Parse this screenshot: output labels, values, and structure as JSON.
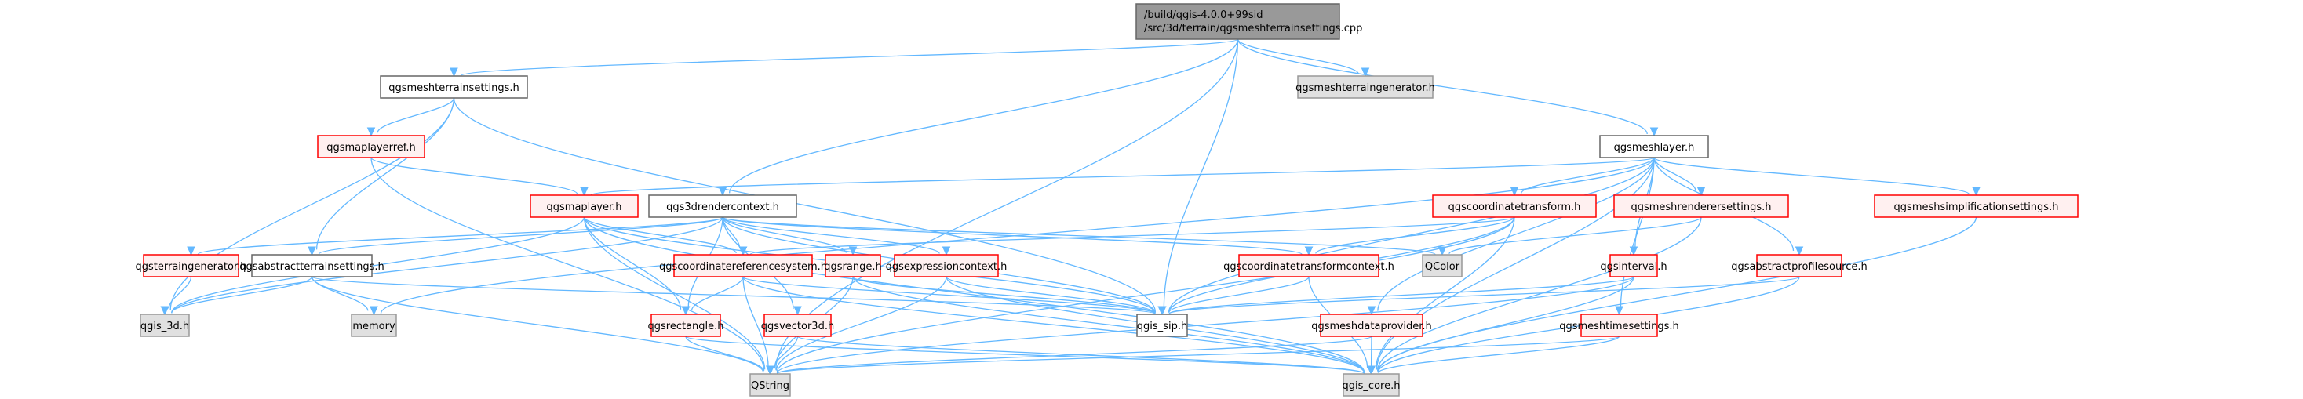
{
  "title": "Include dependency graph for qgsmeshterrainsettings.cpp",
  "colors": {
    "edge": "#63b8ff",
    "root_fill": "#999999",
    "root_stroke": "#666666",
    "doc_fill": "#ffffff",
    "doc_stroke": "#666666",
    "trunc_fill": "#fff0f0",
    "trunc_stroke": "#ff0000",
    "ext_fill": "#e0e0e0",
    "ext_stroke": "#999999"
  },
  "nodes": [
    {
      "id": "root",
      "lines": [
        "/build/qgis-4.0.0+99sid",
        "/src/3d/terrain/qgsmeshterrainsettings.cpp"
      ],
      "kind": "root"
    },
    {
      "id": "meshterraingenerator",
      "lines": [
        "qgsmeshterraingenerator.h"
      ],
      "kind": "ext"
    },
    {
      "id": "meshterrainsettings",
      "lines": [
        "qgsmeshterrainsettings.h"
      ],
      "kind": "doc"
    },
    {
      "id": "maplayerref",
      "lines": [
        "qgsmaplayerref.h"
      ],
      "kind": "trunc"
    },
    {
      "id": "meshlayer",
      "lines": [
        "qgsmeshlayer.h"
      ],
      "kind": "doc"
    },
    {
      "id": "maplayer",
      "lines": [
        "qgsmaplayer.h"
      ],
      "kind": "trunc"
    },
    {
      "id": "rendercontext3d",
      "lines": [
        "qgs3drendercontext.h"
      ],
      "kind": "doc"
    },
    {
      "id": "coordinatetransform",
      "lines": [
        "qgscoordinatetransform.h"
      ],
      "kind": "trunc"
    },
    {
      "id": "meshrenderersettings",
      "lines": [
        "qgsmeshrenderersettings.h"
      ],
      "kind": "trunc"
    },
    {
      "id": "meshsimplificationsettings",
      "lines": [
        "qgsmeshsimplificationsettings.h"
      ],
      "kind": "trunc"
    },
    {
      "id": "terraingenerator",
      "lines": [
        "qgsterraingenerator.h"
      ],
      "kind": "trunc"
    },
    {
      "id": "abstractterrainsettings",
      "lines": [
        "qgsabstractterrainsettings.h"
      ],
      "kind": "doc"
    },
    {
      "id": "crs",
      "lines": [
        "qgscoordinatereferencesystem.h"
      ],
      "kind": "trunc"
    },
    {
      "id": "range",
      "lines": [
        "qgsrange.h"
      ],
      "kind": "trunc"
    },
    {
      "id": "expressioncontext",
      "lines": [
        "qgsexpressioncontext.h"
      ],
      "kind": "trunc"
    },
    {
      "id": "transformcontext",
      "lines": [
        "qgscoordinatetransformcontext.h"
      ],
      "kind": "trunc"
    },
    {
      "id": "qcolor",
      "lines": [
        "QColor"
      ],
      "kind": "ext"
    },
    {
      "id": "interval",
      "lines": [
        "qgsinterval.h"
      ],
      "kind": "trunc"
    },
    {
      "id": "abstractprofilesource",
      "lines": [
        "qgsabstractprofilesource.h"
      ],
      "kind": "trunc"
    },
    {
      "id": "qgis3d",
      "lines": [
        "qgis_3d.h"
      ],
      "kind": "ext"
    },
    {
      "id": "memory",
      "lines": [
        "memory"
      ],
      "kind": "ext"
    },
    {
      "id": "rectangle",
      "lines": [
        "qgsrectangle.h"
      ],
      "kind": "trunc"
    },
    {
      "id": "vector3d",
      "lines": [
        "qgsvector3d.h"
      ],
      "kind": "trunc"
    },
    {
      "id": "qgissip",
      "lines": [
        "qgis_sip.h"
      ],
      "kind": "doc"
    },
    {
      "id": "meshdataprovider",
      "lines": [
        "qgsmeshdataprovider.h"
      ],
      "kind": "trunc"
    },
    {
      "id": "meshtimesettings",
      "lines": [
        "qgsmeshtimesettings.h"
      ],
      "kind": "trunc"
    },
    {
      "id": "qstring",
      "lines": [
        "QString"
      ],
      "kind": "ext"
    },
    {
      "id": "qgiscore",
      "lines": [
        "qgis_core.h"
      ],
      "kind": "ext"
    }
  ],
  "edges": [
    [
      "root",
      "meshterrainsettings"
    ],
    [
      "root",
      "meshterraingenerator"
    ],
    [
      "root",
      "meshlayer"
    ],
    [
      "root",
      "rendercontext3d"
    ],
    [
      "root",
      "qgissip"
    ],
    [
      "root",
      "qstring"
    ],
    [
      "meshterrainsettings",
      "maplayerref"
    ],
    [
      "meshterrainsettings",
      "abstractterrainsettings"
    ],
    [
      "meshterrainsettings",
      "qgis3d"
    ],
    [
      "meshterrainsettings",
      "qgissip"
    ],
    [
      "maplayerref",
      "maplayer"
    ],
    [
      "maplayerref",
      "qstring"
    ],
    [
      "meshlayer",
      "maplayer"
    ],
    [
      "meshlayer",
      "coordinatetransform"
    ],
    [
      "meshlayer",
      "meshrenderersettings"
    ],
    [
      "meshlayer",
      "meshsimplificationsettings"
    ],
    [
      "meshlayer",
      "interval"
    ],
    [
      "meshlayer",
      "abstractprofilesource"
    ],
    [
      "meshlayer",
      "meshdataprovider"
    ],
    [
      "meshlayer",
      "meshtimesettings"
    ],
    [
      "meshlayer",
      "qgissip"
    ],
    [
      "meshlayer",
      "qgiscore"
    ],
    [
      "meshlayer",
      "memory"
    ],
    [
      "maplayer",
      "crs"
    ],
    [
      "maplayer",
      "rectangle"
    ],
    [
      "maplayer",
      "qgissip"
    ],
    [
      "maplayer",
      "qgiscore"
    ],
    [
      "maplayer",
      "qstring"
    ],
    [
      "maplayer",
      "qgis3d"
    ],
    [
      "rendercontext3d",
      "crs"
    ],
    [
      "rendercontext3d",
      "range"
    ],
    [
      "rendercontext3d",
      "expressioncontext"
    ],
    [
      "rendercontext3d",
      "transformcontext"
    ],
    [
      "rendercontext3d",
      "qcolor"
    ],
    [
      "rendercontext3d",
      "terraingenerator"
    ],
    [
      "rendercontext3d",
      "abstractterrainsettings"
    ],
    [
      "rendercontext3d",
      "qgis3d"
    ],
    [
      "rendercontext3d",
      "rectangle"
    ],
    [
      "rendercontext3d",
      "vector3d"
    ],
    [
      "rendercontext3d",
      "qgissip"
    ],
    [
      "coordinatetransform",
      "crs"
    ],
    [
      "coordinatetransform",
      "transformcontext"
    ],
    [
      "coordinatetransform",
      "qgissip"
    ],
    [
      "coordinatetransform",
      "qgiscore"
    ],
    [
      "coordinatetransform",
      "qstring"
    ],
    [
      "meshrenderersettings",
      "qcolor"
    ],
    [
      "meshrenderersettings",
      "qgiscore"
    ],
    [
      "meshsimplificationsettings",
      "qgiscore"
    ],
    [
      "terraingenerator",
      "qgis3d"
    ],
    [
      "abstractterrainsettings",
      "qgis3d"
    ],
    [
      "abstractterrainsettings",
      "memory"
    ],
    [
      "abstractterrainsettings",
      "qgissip"
    ],
    [
      "abstractterrainsettings",
      "qstring"
    ],
    [
      "crs",
      "rectangle"
    ],
    [
      "crs",
      "qstring"
    ],
    [
      "crs",
      "qgissip"
    ],
    [
      "crs",
      "qgiscore"
    ],
    [
      "range",
      "qgissip"
    ],
    [
      "range",
      "qgiscore"
    ],
    [
      "range",
      "qstring"
    ],
    [
      "expressioncontext",
      "qgissip"
    ],
    [
      "expressioncontext",
      "qgiscore"
    ],
    [
      "expressioncontext",
      "qstring"
    ],
    [
      "transformcontext",
      "qgissip"
    ],
    [
      "transformcontext",
      "qgiscore"
    ],
    [
      "interval",
      "qgissip"
    ],
    [
      "interval",
      "qgiscore"
    ],
    [
      "interval",
      "qstring"
    ],
    [
      "abstractprofilesource",
      "qgissip"
    ],
    [
      "abstractprofilesource",
      "qgiscore"
    ],
    [
      "rectangle",
      "qgiscore"
    ],
    [
      "rectangle",
      "qstring"
    ],
    [
      "vector3d",
      "qgiscore"
    ],
    [
      "vector3d",
      "qstring"
    ],
    [
      "meshdataprovider",
      "qgiscore"
    ],
    [
      "meshdataprovider",
      "qstring"
    ],
    [
      "meshtimesettings",
      "qgiscore"
    ],
    [
      "meshtimesettings",
      "qstring"
    ]
  ]
}
